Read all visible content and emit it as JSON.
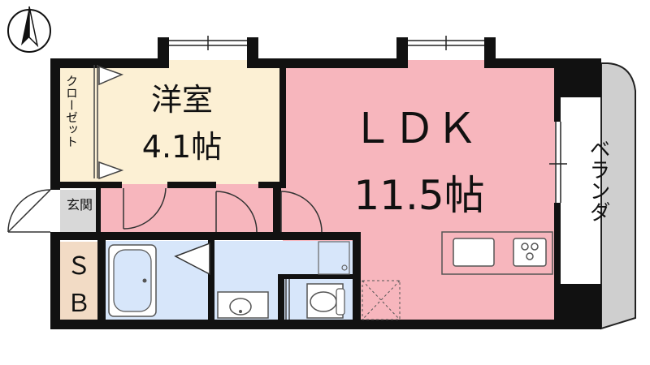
{
  "compass": {
    "mark": "N"
  },
  "rooms": {
    "western": {
      "name": "洋室",
      "size": "4.1帖"
    },
    "ldk": {
      "name": "ＬＤＫ",
      "size": "11.5帖"
    },
    "closet": {
      "name": "クローゼット"
    },
    "entrance": {
      "name": "玄関"
    },
    "storage": {
      "name_1": "Ｓ",
      "name_2": "Ｂ"
    },
    "balcony": {
      "name": "ベランダ"
    }
  },
  "colors": {
    "wall": "#111111",
    "ldk_floor": "#f7b6bd",
    "western_floor": "#fcf0d4",
    "wet_area": "#d7e6fa",
    "storage_floor": "#f2dbc5",
    "balcony": "#cfcfcf"
  }
}
